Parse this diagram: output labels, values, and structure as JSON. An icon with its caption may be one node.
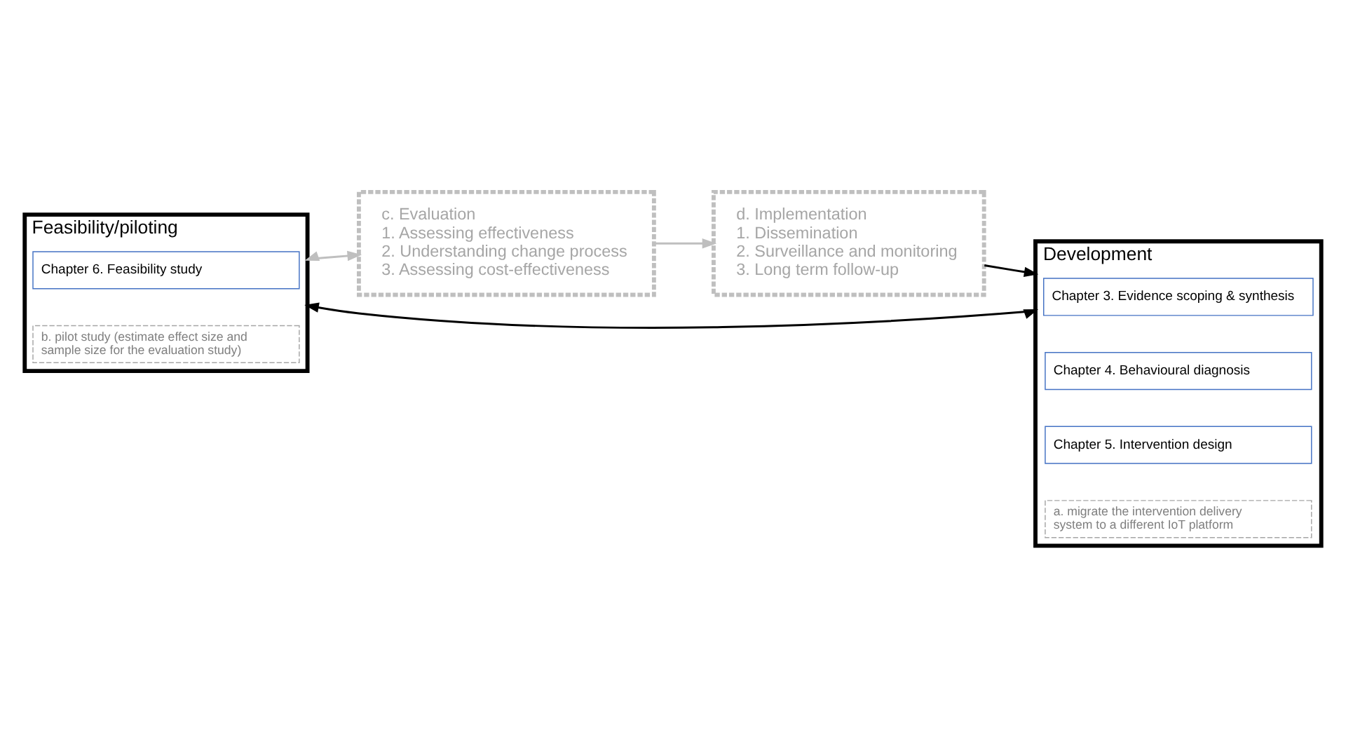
{
  "diagram": {
    "nodes": [
      {
        "text": [
          "Feasibility/piloting"
        ]
      },
      {
        "text": [
          "Chapter 6. Feasibility study"
        ],
        "in": 0
      },
      {
        "text": [
          "b. pilot study (estimate effect size and sample size for the evaluation study)"
        ],
        "in": 0
      },
      {
        "text": [
          "Development"
        ]
      },
      {
        "text": [
          "Chapter 3. Evidence scoping & synthesis"
        ],
        "in": 3
      },
      {
        "text": [
          "Chapter 4. Behavioural diagnosis"
        ],
        "in": 3
      },
      {
        "text": [
          "Chapter 5. Intervention design"
        ],
        "in": 3
      },
      {
        "text": [
          "a. migrate the intervention delivery system to a different IoT platform"
        ],
        "in": 3
      },
      {
        "text": [
          "c. Evaluation",
          "1. Assessing effectiveness",
          "2. Understanding change process",
          "3. Assessing cost-effectiveness"
        ]
      },
      {
        "text": [
          "d. Implementation",
          "1. Dissemination",
          "2. Surveillance and monitoring",
          "3. Long term follow-up"
        ]
      }
    ],
    "edges": [
      {
        "from": 3,
        "to": 0,
        "arrow": "both"
      },
      {
        "from": 0,
        "to": 8,
        "arrow": "both",
        "color": "#bfbfbf"
      },
      {
        "from": 8,
        "to": 9,
        "arrow": "to",
        "color": "#bfbfbf"
      },
      {
        "from": 9,
        "to": 3,
        "arrow": "to"
      }
    ]
  }
}
